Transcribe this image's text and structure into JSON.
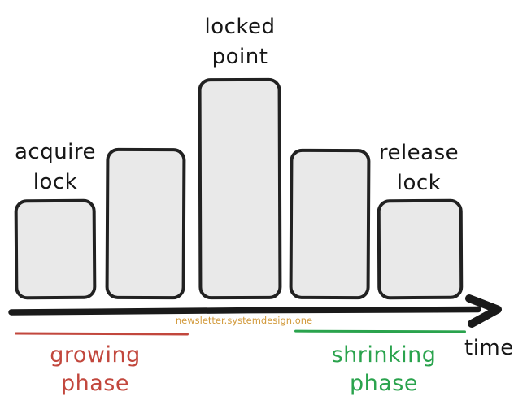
{
  "diagram": {
    "type": "two-phase-locking-timeline",
    "labels": {
      "acquire_lock": "acquire\nlock",
      "locked_point": "locked\npoint",
      "release_lock": "release\nlock",
      "time_axis": "time",
      "growing_phase": "growing\nphase",
      "shrinking_phase": "shrinking\nphase"
    },
    "watermark": "newsletter.systemdesign.one",
    "bars": {
      "count": 5,
      "relative_heights": [
        2,
        3,
        5,
        3,
        2
      ],
      "note": "lock count rises to locked point then falls"
    },
    "colors": {
      "bar_fill": "#e9e9e9",
      "bar_border": "#212121",
      "axis": "#1a1a1a",
      "growing_phase": "#c2473d",
      "shrinking_phase": "#2aa34d",
      "watermark": "#d29a3b"
    }
  }
}
